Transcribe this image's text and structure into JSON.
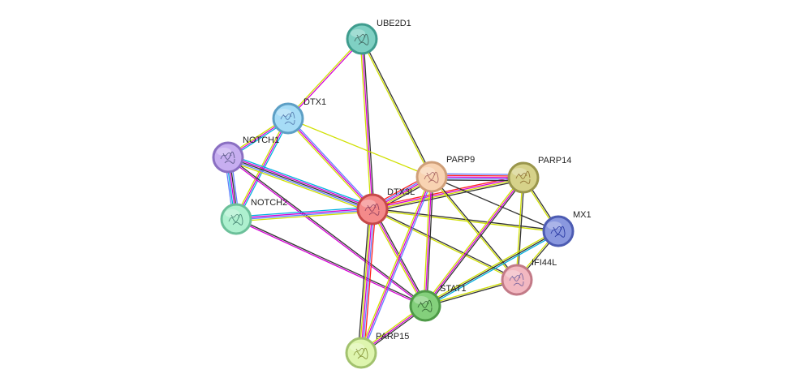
{
  "network": {
    "nodes": [
      {
        "id": "UBE2D1",
        "label": "UBE2D1",
        "fill": "#7fd0c3",
        "stroke": "#3f9c8e",
        "glyph": "#3a5a55"
      },
      {
        "id": "DTX1",
        "label": "DTX1",
        "fill": "#a6dcf6",
        "stroke": "#5d9fc5",
        "glyph": "#4a6fa5"
      },
      {
        "id": "NOTCH1",
        "label": "NOTCH1",
        "fill": "#c7aef0",
        "stroke": "#8a6fc2",
        "glyph": "#4b4b7a"
      },
      {
        "id": "NOTCH2",
        "label": "NOTCH2",
        "fill": "#aef0cf",
        "stroke": "#6cc09a",
        "glyph": "#3b7a6a"
      },
      {
        "id": "DTX3L",
        "label": "DTX3L",
        "fill": "#f48a8a",
        "stroke": "#c64848",
        "glyph": "#8a3a5a"
      },
      {
        "id": "PARP9",
        "label": "PARP9",
        "fill": "#f8d3b2",
        "stroke": "#cf9f79",
        "glyph": "#a05a5a"
      },
      {
        "id": "PARP14",
        "label": "PARP14",
        "fill": "#d6d28a",
        "stroke": "#9a964c",
        "glyph": "#8a6a2a"
      },
      {
        "id": "MX1",
        "label": "MX1",
        "fill": "#8a98df",
        "stroke": "#4c5bb2",
        "glyph": "#1a2a9a"
      },
      {
        "id": "IFI44L",
        "label": "IFI44L",
        "fill": "#f2b8c1",
        "stroke": "#c27a87",
        "glyph": "#6a5a9a"
      },
      {
        "id": "STAT1",
        "label": "STAT1",
        "fill": "#84d07c",
        "stroke": "#4e9a47",
        "glyph": "#2a5a2a"
      },
      {
        "id": "PARP15",
        "label": "PARP15",
        "fill": "#def5ae",
        "stroke": "#a2c26e",
        "glyph": "#7a8a2a"
      }
    ],
    "edges": [
      {
        "a": "UBE2D1",
        "b": "DTX1",
        "colors": [
          "#d400d4",
          "#d0e000"
        ]
      },
      {
        "a": "UBE2D1",
        "b": "DTX3L",
        "colors": [
          "#333333",
          "#d400d4",
          "#d0e000"
        ]
      },
      {
        "a": "UBE2D1",
        "b": "PARP9",
        "colors": [
          "#333333",
          "#d0e000"
        ]
      },
      {
        "a": "DTX1",
        "b": "NOTCH1",
        "colors": [
          "#00b0e0",
          "#d400d4",
          "#d0e000"
        ]
      },
      {
        "a": "DTX1",
        "b": "NOTCH2",
        "colors": [
          "#00b0e0",
          "#d400d4",
          "#d0e000"
        ]
      },
      {
        "a": "DTX1",
        "b": "DTX3L",
        "colors": [
          "#6080ff",
          "#d400d4",
          "#d0e000"
        ]
      },
      {
        "a": "DTX1",
        "b": "PARP9",
        "colors": [
          "#d0e000"
        ]
      },
      {
        "a": "NOTCH1",
        "b": "NOTCH2",
        "colors": [
          "#6080ff",
          "#333333",
          "#d400d4",
          "#00b0e0",
          "#6080ff"
        ]
      },
      {
        "a": "NOTCH1",
        "b": "DTX3L",
        "colors": [
          "#00b0e0",
          "#d400d4",
          "#333333",
          "#6080ff",
          "#d0e000"
        ]
      },
      {
        "a": "NOTCH1",
        "b": "STAT1",
        "colors": [
          "#333333",
          "#d400d4"
        ]
      },
      {
        "a": "NOTCH2",
        "b": "DTX3L",
        "colors": [
          "#00b0e0",
          "#d400d4",
          "#6080ff",
          "#d0e000"
        ]
      },
      {
        "a": "NOTCH2",
        "b": "STAT1",
        "colors": [
          "#333333",
          "#d400d4"
        ]
      },
      {
        "a": "DTX3L",
        "b": "PARP9",
        "colors": [
          "#ff2020",
          "#6080ff",
          "#d400d4",
          "#d0e000",
          "#333333"
        ]
      },
      {
        "a": "DTX3L",
        "b": "PARP14",
        "colors": [
          "#ff2020",
          "#d400d4",
          "#d0e000",
          "#333333"
        ]
      },
      {
        "a": "DTX3L",
        "b": "MX1",
        "colors": [
          "#333333",
          "#d0e000"
        ]
      },
      {
        "a": "DTX3L",
        "b": "IFI44L",
        "colors": [
          "#333333",
          "#d0e000"
        ]
      },
      {
        "a": "DTX3L",
        "b": "STAT1",
        "colors": [
          "#333333",
          "#d400d4",
          "#d0e000"
        ]
      },
      {
        "a": "DTX3L",
        "b": "PARP15",
        "colors": [
          "#ff2020",
          "#6080ff",
          "#d400d4",
          "#d0e000",
          "#333333"
        ]
      },
      {
        "a": "PARP9",
        "b": "PARP14",
        "colors": [
          "#6080ff",
          "#ff2020",
          "#d400d4",
          "#6080ff",
          "#333333"
        ]
      },
      {
        "a": "PARP9",
        "b": "MX1",
        "colors": [
          "#333333"
        ]
      },
      {
        "a": "PARP9",
        "b": "IFI44L",
        "colors": [
          "#333333",
          "#d0e000"
        ]
      },
      {
        "a": "PARP9",
        "b": "STAT1",
        "colors": [
          "#333333",
          "#d400d4",
          "#d0e000"
        ]
      },
      {
        "a": "PARP9",
        "b": "PARP15",
        "colors": [
          "#6080ff",
          "#d400d4",
          "#d0e000"
        ]
      },
      {
        "a": "PARP14",
        "b": "MX1",
        "colors": [
          "#333333",
          "#d0e000"
        ]
      },
      {
        "a": "PARP14",
        "b": "IFI44L",
        "colors": [
          "#333333",
          "#d0e000"
        ]
      },
      {
        "a": "PARP14",
        "b": "STAT1",
        "colors": [
          "#333333",
          "#d400d4",
          "#d0e000"
        ]
      },
      {
        "a": "MX1",
        "b": "IFI44L",
        "colors": [
          "#333333",
          "#d0e000"
        ]
      },
      {
        "a": "MX1",
        "b": "STAT1",
        "colors": [
          "#00b0e0",
          "#333333",
          "#d0e000"
        ]
      },
      {
        "a": "IFI44L",
        "b": "STAT1",
        "colors": [
          "#333333",
          "#d0e000"
        ]
      },
      {
        "a": "STAT1",
        "b": "PARP15",
        "colors": [
          "#333333",
          "#d400d4",
          "#d0e000"
        ]
      }
    ]
  }
}
